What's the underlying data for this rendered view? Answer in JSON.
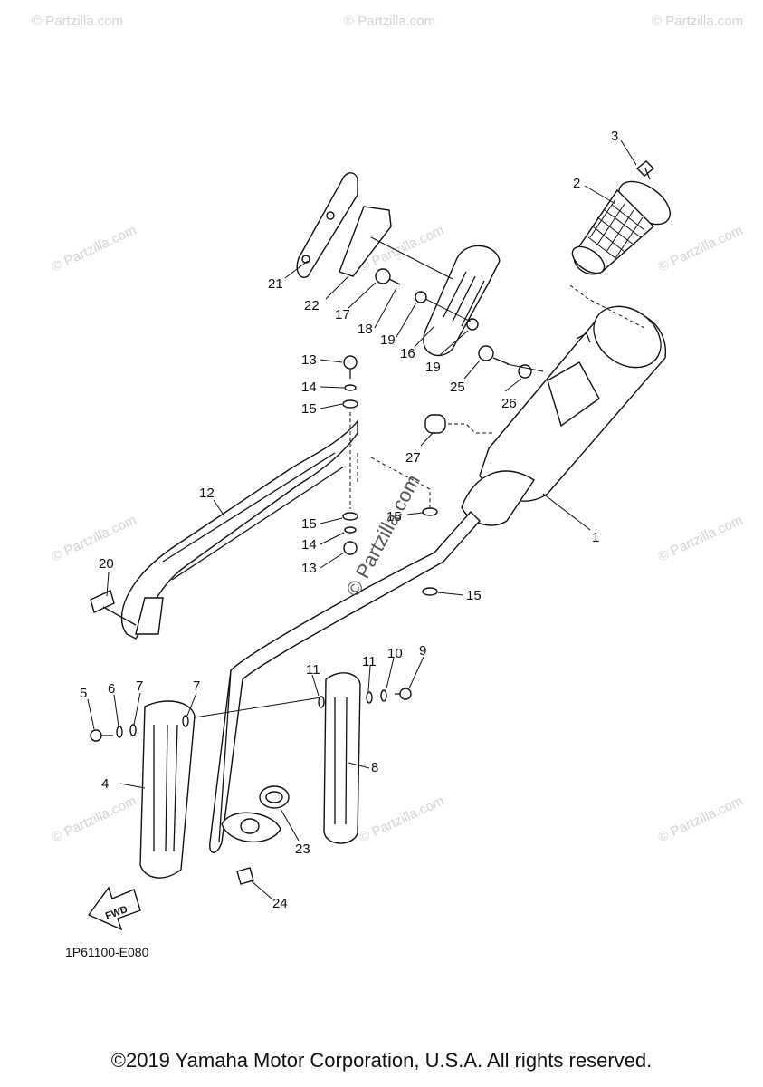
{
  "diagram": {
    "code": "1P61100-E080",
    "fwd_label": "FWD",
    "copyright": "©2019 Yamaha Motor Corporation, U.S.A. All rights reserved.",
    "watermark_small": "© Partzilla.com",
    "watermark_center": "© Partzilla.com",
    "callouts": [
      "1",
      "2",
      "3",
      "4",
      "5",
      "6",
      "7",
      "7",
      "8",
      "9",
      "10",
      "11",
      "11",
      "12",
      "13",
      "13",
      "14",
      "14",
      "15",
      "15",
      "15",
      "15",
      "16",
      "17",
      "18",
      "19",
      "19",
      "20",
      "21",
      "22",
      "23",
      "24",
      "25",
      "26",
      "27"
    ]
  }
}
